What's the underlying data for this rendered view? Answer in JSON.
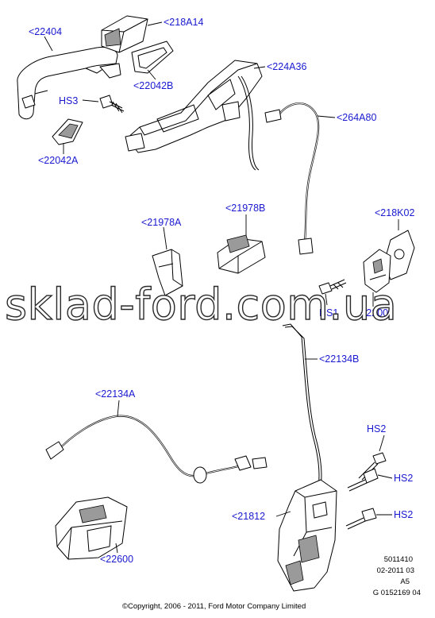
{
  "callouts": [
    {
      "id": "c1",
      "text": "<22404"
    },
    {
      "id": "c2",
      "text": "<218A14"
    },
    {
      "id": "c3",
      "text": "<22042B"
    },
    {
      "id": "c4",
      "text": "<224A36"
    },
    {
      "id": "c5",
      "text": "HS3"
    },
    {
      "id": "c6",
      "text": "<264A80"
    },
    {
      "id": "c7",
      "text": "<22042A"
    },
    {
      "id": "c8",
      "text": "<21978B"
    },
    {
      "id": "c9",
      "text": "<218K02"
    },
    {
      "id": "c10",
      "text": "<21978A"
    },
    {
      "id": "c11",
      "text": "HS1"
    },
    {
      "id": "c12",
      "text": "<22008"
    },
    {
      "id": "c13",
      "text": "<22134B"
    },
    {
      "id": "c14",
      "text": "<22134A"
    },
    {
      "id": "c15",
      "text": "HS2"
    },
    {
      "id": "c16",
      "text": "HS2"
    },
    {
      "id": "c17",
      "text": "<21812"
    },
    {
      "id": "c18",
      "text": "HS2"
    },
    {
      "id": "c19",
      "text": "<22600"
    }
  ],
  "drawing_info": {
    "line1": "5011410",
    "line2": "02-2011 03",
    "line3": "A5",
    "line4": "G 0152169 04"
  },
  "copyright": "©Copyright, 2006 - 2011, Ford Motor Company Limited",
  "watermark": "sklad-ford.com.ua",
  "colors": {
    "callout": "#1a1ad0",
    "line": "#000000"
  }
}
